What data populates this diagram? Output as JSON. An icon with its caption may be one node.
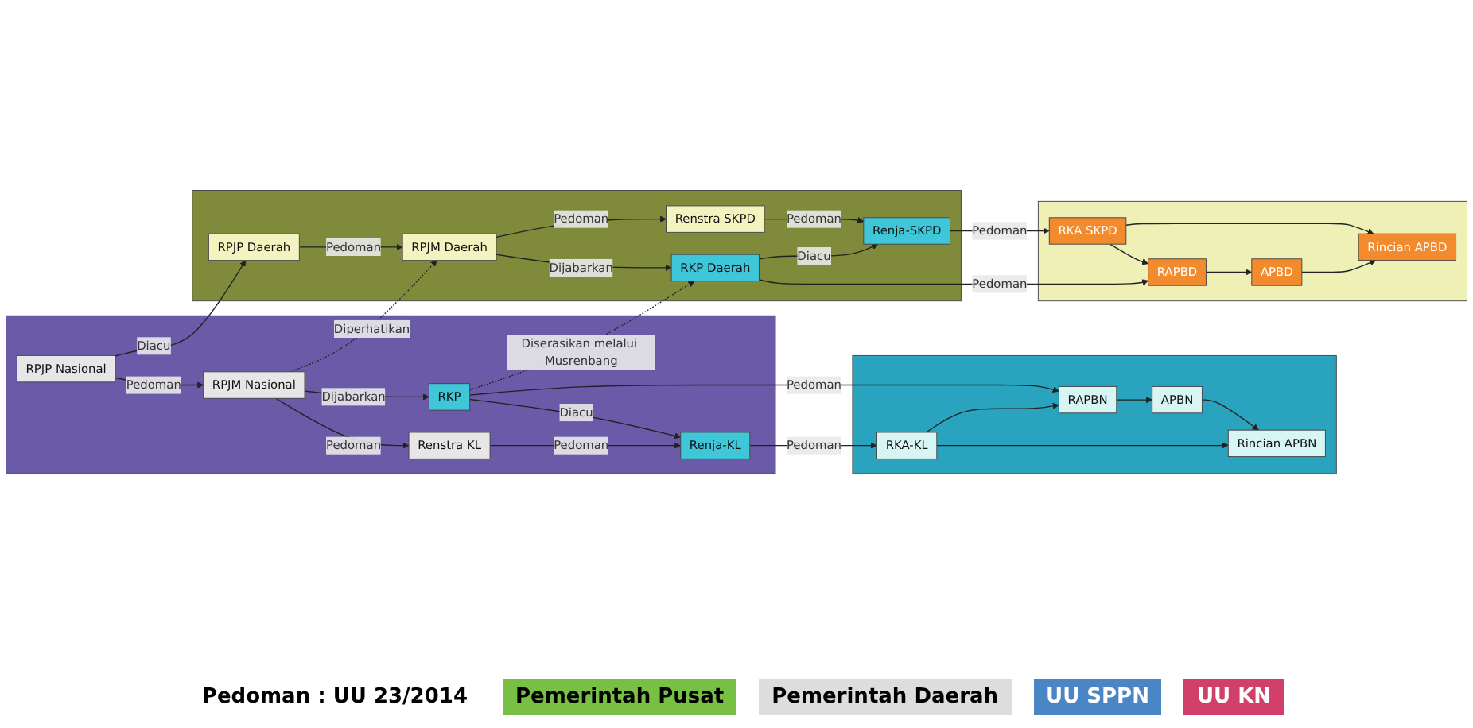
{
  "diagram": {
    "nodes": [
      {
        "text": [],
        "shape": "box"
      },
      {
        "text": [
          "Renstra KL"
        ],
        "in": 0
      },
      {
        "text": [
          "Renja-KL"
        ],
        "in": 0
      },
      {
        "text": [],
        "shape": "box"
      },
      {
        "text": [
          "RKA-KL"
        ],
        "in": 3
      },
      {
        "text": [
          "Rincian APBN"
        ],
        "in": 3
      },
      {
        "text": [
          "RPJP Nasional"
        ],
        "in": 0
      },
      {
        "text": [
          "RPJM Nasional"
        ],
        "in": 0
      },
      {
        "text": [
          "RKP"
        ],
        "in": 0
      },
      {
        "text": [
          "RAPBN"
        ],
        "in": 3
      },
      {
        "text": [
          "APBN"
        ],
        "in": 3
      },
      {
        "text": [],
        "shape": "box"
      },
      {
        "text": [
          "RPJP Daerah"
        ],
        "in": 11
      },
      {
        "text": [
          "RPJM Daerah"
        ],
        "in": 11
      },
      {
        "text": [
          "RKP Daerah"
        ],
        "in": 11
      },
      {
        "text": [],
        "shape": "box"
      },
      {
        "text": [
          "RAPBD"
        ],
        "in": 15
      },
      {
        "text": [
          "APBD"
        ],
        "in": 15
      },
      {
        "text": [
          "Renstra SKPD"
        ],
        "in": 11
      },
      {
        "text": [
          "Renja-SKPD"
        ],
        "in": 11
      },
      {
        "text": [
          "RKA SKPD"
        ],
        "in": 15
      },
      {
        "text": [
          "Rincian APBD"
        ],
        "in": 15
      }
    ],
    "edges": [
      {
        "from": 7,
        "to": 1,
        "arrow": "to",
        "label": "Pedoman"
      },
      {
        "from": 1,
        "to": 2,
        "arrow": "to",
        "label": "Pedoman"
      },
      {
        "from": 8,
        "to": 2,
        "arrow": "to",
        "label": "Diacu"
      },
      {
        "from": 6,
        "to": 7,
        "arrow": "to",
        "label": "Pedoman"
      },
      {
        "from": 7,
        "to": 8,
        "arrow": "to",
        "label": "Dijabarkan"
      },
      {
        "from": 2,
        "to": 4,
        "arrow": "to",
        "label": "Pedoman"
      },
      {
        "from": 8,
        "to": 9,
        "arrow": "to",
        "label": "Pedoman"
      },
      {
        "from": 4,
        "to": 5,
        "arrow": "to"
      },
      {
        "from": 4,
        "to": 9,
        "arrow": "to"
      },
      {
        "from": 9,
        "to": 10,
        "arrow": "to"
      },
      {
        "from": 10,
        "to": 5,
        "arrow": "to"
      },
      {
        "from": 6,
        "to": 12,
        "arrow": "to",
        "label": "Diacu"
      },
      {
        "from": 7,
        "to": 13,
        "arrow": "to",
        "label": "Diperhatikan",
        "style": "dashed"
      },
      {
        "from": 8,
        "to": 14,
        "arrow": "to",
        "label": "Diserasikan melalui Musrenbang",
        "style": "dashed"
      },
      {
        "from": 12,
        "to": 13,
        "arrow": "to",
        "label": "Pedoman"
      },
      {
        "from": 13,
        "to": 14,
        "arrow": "to",
        "label": "Dijabarkan"
      },
      {
        "from": 14,
        "to": 16,
        "arrow": "to",
        "label": "Pedoman"
      },
      {
        "from": 16,
        "to": 17,
        "arrow": "to"
      },
      {
        "from": 13,
        "to": 18,
        "arrow": "to",
        "label": "Pedoman"
      },
      {
        "from": 14,
        "to": 19,
        "arrow": "to",
        "label": "Diacu"
      },
      {
        "from": 18,
        "to": 19,
        "arrow": "to",
        "label": "Pedoman"
      },
      {
        "from": 19,
        "to": 20,
        "arrow": "to",
        "label": "Pedoman"
      },
      {
        "from": 20,
        "to": 16,
        "arrow": "to"
      },
      {
        "from": 17,
        "to": 21,
        "arrow": "to"
      },
      {
        "from": 20,
        "to": 21,
        "arrow": "to"
      }
    ],
    "labels": [
      "Pedoman : UU 23/2014",
      "Pemerintah Pusat",
      "Pemerintah Daerah",
      "UU SPPN",
      "UU KN"
    ]
  }
}
